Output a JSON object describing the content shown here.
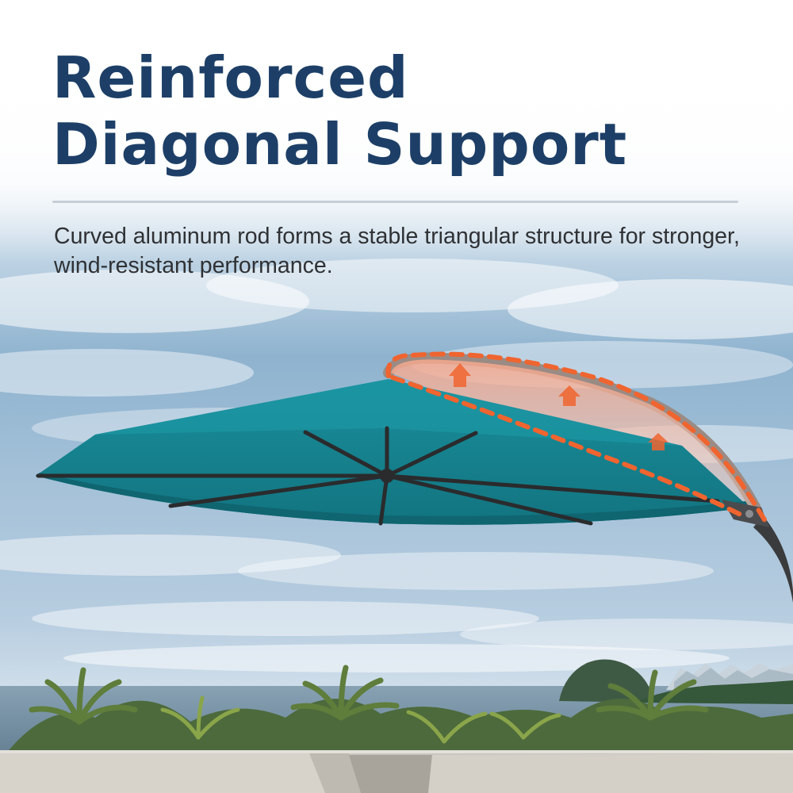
{
  "headline": {
    "line1": "Reinforced",
    "line2": "Diagonal Support"
  },
  "description": "Curved aluminum rod forms a stable triangular structure for stronger, wind-resistant performance.",
  "colors": {
    "headline": "#1d3f67",
    "canopy": "#16808d",
    "highlight": "#f0642f",
    "frame": "#333333",
    "sky": "#7fa6c4",
    "sea": "#6f8a9c"
  },
  "icons": [
    "up-arrow-icon"
  ]
}
